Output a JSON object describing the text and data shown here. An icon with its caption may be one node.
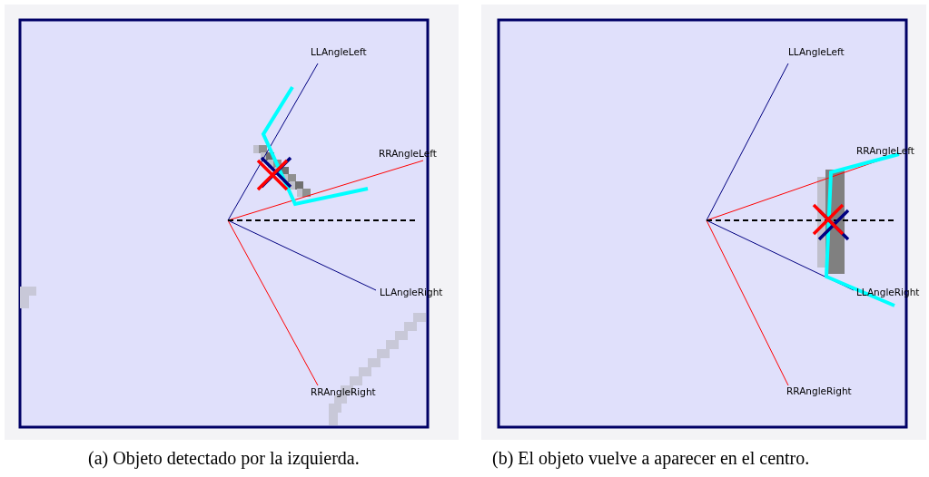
{
  "diagram": {
    "labels": [
      "LLAngleLeft",
      "RRAngleLeft",
      "LLAngleRight",
      "RRAngleRight",
      "LLAngleLeft",
      "RRAngleLeft",
      "LLAngleRight",
      "RRAngleRight",
      "(a) Objeto detectado por la izquierda.",
      "(b) El objeto vuelve a aparecer en el centro."
    ]
  }
}
